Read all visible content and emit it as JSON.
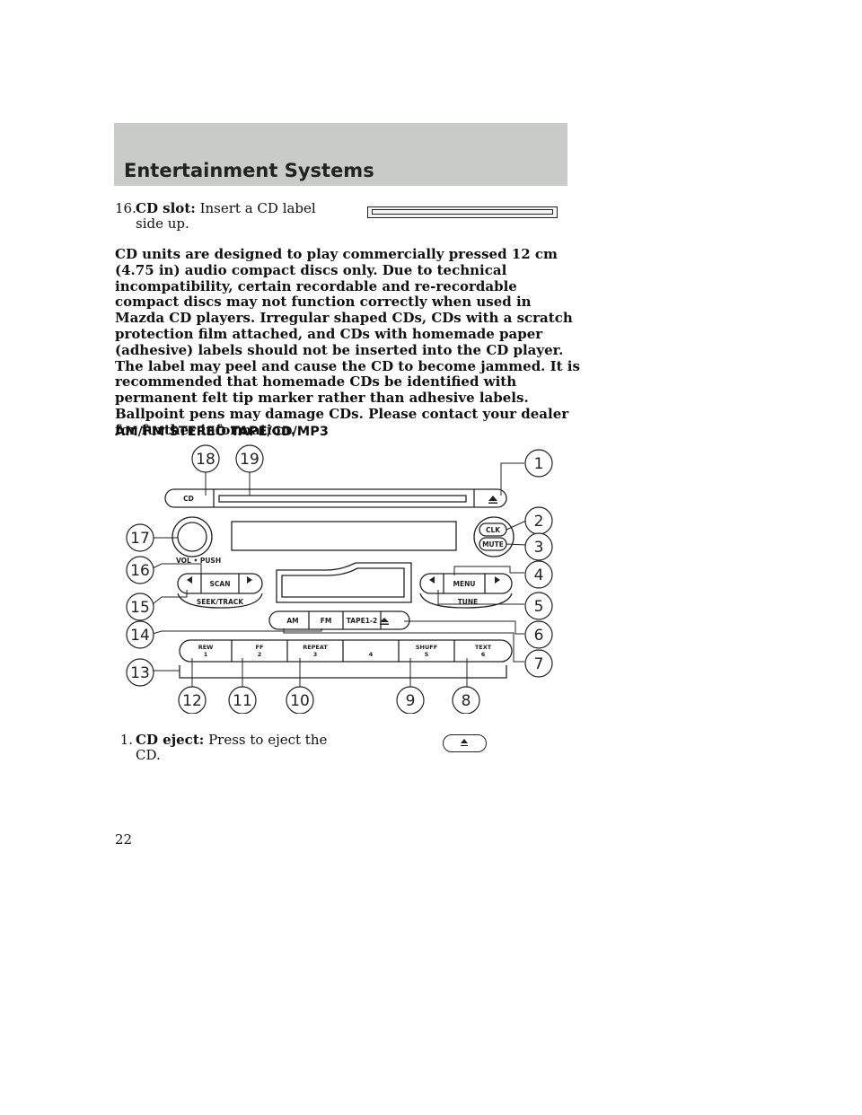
{
  "header": {
    "title": "Entertainment Systems"
  },
  "item16": {
    "number": "16.",
    "label": "CD slot:",
    "text": "Insert a CD label side up."
  },
  "notice": "CD units are designed to play commercially pressed 12 cm (4.75 in) audio compact discs only. Due to technical incompatibility, certain recordable and re-recordable compact discs may not function correctly when used in Mazda CD players. Irregular shaped CDs, CDs with a scratch protection film attached, and CDs with homemade paper (adhesive) labels should not be inserted into the CD player. The label may peel and cause the CD to become jammed. It is recommended that homemade CDs be identified with permanent felt tip marker rather than adhesive labels. Ballpoint pens may damage CDs. Please contact your dealer for further information.",
  "section_heading": "AM/FM STEREO TAPE/CD/MP3",
  "diagram": {
    "unit_labels": {
      "cd": "CD",
      "clk": "CLK",
      "mute": "MUTE",
      "vol_push": "VOL • PUSH",
      "scan": "SCAN",
      "seek_track": "SEEK/TRACK",
      "menu": "MENU",
      "tune": "TUNE",
      "am": "AM",
      "fm": "FM",
      "tape": "TAPE1-2"
    },
    "presets": [
      {
        "top": "REW",
        "bottom": "1"
      },
      {
        "top": "FF",
        "bottom": "2"
      },
      {
        "top": "REPEAT",
        "bottom": "3"
      },
      {
        "top": "",
        "bottom": "4"
      },
      {
        "top": "SHUFF",
        "bottom": "5"
      },
      {
        "top": "TEXT",
        "bottom": "6"
      }
    ],
    "callouts": [
      "1",
      "2",
      "3",
      "4",
      "5",
      "6",
      "7",
      "8",
      "9",
      "10",
      "11",
      "12",
      "13",
      "14",
      "15",
      "16",
      "17",
      "18",
      "19"
    ]
  },
  "item1": {
    "number": "1.",
    "label": "CD eject:",
    "text": "Press to eject the CD."
  },
  "page_number": "22",
  "icons": [
    "cd-slot-icon",
    "eject-icon"
  ]
}
